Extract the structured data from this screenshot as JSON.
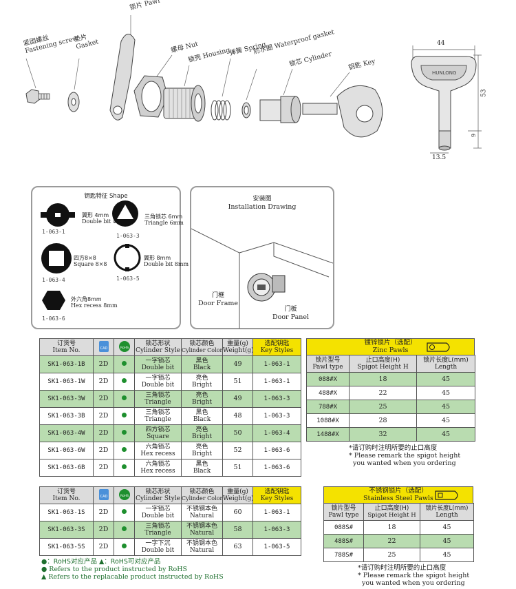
{
  "exploded": {
    "fastening_screw": {
      "zh": "紧固螺丝",
      "en": "Fastening screw"
    },
    "gasket": {
      "zh": "垫片",
      "en": "Gasket"
    },
    "pawl": {
      "zh": "锁片",
      "en": "Pawl"
    },
    "nut": {
      "zh": "螺母",
      "en": "Nut"
    },
    "housing": {
      "zh": "锁壳",
      "en": "Housing"
    },
    "spring": {
      "zh": "弹簧",
      "en": "Spring"
    },
    "waterproof_gasket": {
      "zh": "防水圈",
      "en": "Waterproof gasket"
    },
    "cylinder": {
      "zh": "锁芯",
      "en": "Cylinder"
    },
    "key": {
      "zh": "钥匙",
      "en": "Key"
    }
  },
  "dimensions": {
    "width": "44",
    "height": "53",
    "bottom": "13.5",
    "side": "9",
    "brand": "HUNLONG"
  },
  "key_shapes": {
    "title": "钥匙特征 Shape",
    "items": [
      {
        "zh": "翼形 4mm",
        "en": "Double bit 4mm",
        "code": "1-063-1"
      },
      {
        "zh": "三角锁芯 6mm",
        "en": "Triangle 6mm",
        "code": "1-063-3"
      },
      {
        "zh": "四方8×8",
        "en": "Square 8×8",
        "code": "1-063-4"
      },
      {
        "zh": "翼形 8mm",
        "en": "Double bit 8mm",
        "code": "1-063-5"
      },
      {
        "zh": "外六角8mm",
        "en": "Hex recess 8mm",
        "code": "1-063-6"
      }
    ]
  },
  "installation": {
    "zh": "安装图",
    "en": "Installation Drawing",
    "door_frame": {
      "zh": "门框",
      "en": "Door Frame"
    },
    "door_panel": {
      "zh": "门板",
      "en": "Door Panel"
    }
  },
  "headers": {
    "item": {
      "zh": "订货号",
      "en": "Item No."
    },
    "cad": "CAD",
    "rohs": "RoHS",
    "style": {
      "zh": "锁芯形状",
      "en": "Cylinder Style"
    },
    "color": {
      "zh": "锁芯颜色",
      "en": "Cylinder Color"
    },
    "weight": {
      "zh": "重量(g)",
      "en": "Weight(g)"
    },
    "keys": {
      "zh": "选配钥匙",
      "en": "Key Styles"
    }
  },
  "table1": [
    {
      "item": "SK1-063-1B",
      "cad": "2D",
      "style_zh": "一字锁芯",
      "style_en": "Double bit",
      "color_zh": "黑色",
      "color_en": "Black",
      "weight": "49",
      "key": "1-063-1"
    },
    {
      "item": "SK1-063-1W",
      "cad": "2D",
      "style_zh": "一字锁芯",
      "style_en": "Double bit",
      "color_zh": "亮色",
      "color_en": "Bright",
      "weight": "51",
      "key": "1-063-1"
    },
    {
      "item": "SK1-063-3W",
      "cad": "2D",
      "style_zh": "三角锁芯",
      "style_en": "Triangle",
      "color_zh": "亮色",
      "color_en": "Bright",
      "weight": "49",
      "key": "1-063-3"
    },
    {
      "item": "SK1-063-3B",
      "cad": "2D",
      "style_zh": "三角锁芯",
      "style_en": "Triangle",
      "color_zh": "黑色",
      "color_en": "Black",
      "weight": "48",
      "key": "1-063-3"
    },
    {
      "item": "SK1-063-4W",
      "cad": "2D",
      "style_zh": "四方锁芯",
      "style_en": "Square",
      "color_zh": "亮色",
      "color_en": "Bright",
      "weight": "50",
      "key": "1-063-4"
    },
    {
      "item": "SK1-063-6W",
      "cad": "2D",
      "style_zh": "六角锁芯",
      "style_en": "Hex recess",
      "color_zh": "亮色",
      "color_en": "Bright",
      "weight": "52",
      "key": "1-063-6"
    },
    {
      "item": "SK1-063-6B",
      "cad": "2D",
      "style_zh": "六角锁芯",
      "style_en": "Hex recess",
      "color_zh": "黑色",
      "color_en": "Black",
      "weight": "51",
      "key": "1-063-6"
    }
  ],
  "table2": [
    {
      "item": "SK1-063-1S",
      "cad": "2D",
      "style_zh": "一字锁芯",
      "style_en": "Double bit",
      "color_zh": "不锈钢本色",
      "color_en": "Natural",
      "weight": "60",
      "key": "1-063-1"
    },
    {
      "item": "SK1-063-3S",
      "cad": "2D",
      "style_zh": "三角锁芯",
      "style_en": "Triangle",
      "color_zh": "不锈钢本色",
      "color_en": "Natural",
      "weight": "58",
      "key": "1-063-3"
    },
    {
      "item": "SK1-063-5S",
      "cad": "2D",
      "style_zh": "一字下沉",
      "style_en": "Double bit",
      "color_zh": "不锈钢本色",
      "color_en": "Natural",
      "weight": "63",
      "key": "1-063-5"
    }
  ],
  "zinc": {
    "title_zh": "镀锌锁片（选配）",
    "title_en": "Zinc Pawls",
    "h1_zh": "锁片型号",
    "h1_en": "Pawl type",
    "h2_zh": "止口高度(H)",
    "h2_en": "Spigot Height H",
    "h3_zh": "锁片长度L(mm)",
    "h3_en": "Length",
    "rows": [
      {
        "type": "088#X",
        "h": "18",
        "len": "45"
      },
      {
        "type": "488#X",
        "h": "22",
        "len": "45"
      },
      {
        "type": "788#X",
        "h": "25",
        "len": "45"
      },
      {
        "type": "1088#X",
        "h": "28",
        "len": "45"
      },
      {
        "type": "1488#X",
        "h": "32",
        "len": "45"
      }
    ],
    "note_zh": "*请订购时注明所要的止口高度",
    "note_en1": "* Please remark the spigot height",
    "note_en2": "you wanted when you ordering"
  },
  "stainless": {
    "title_zh": "不锈钢锁片（选配）",
    "title_en": "Stainless Steel Pawls",
    "h1_zh": "锁片型号",
    "h1_en": "Pawl type",
    "h2_zh": "止口高度(H)",
    "h2_en": "Spigot Height H",
    "h3_zh": "锁片长度L(mm)",
    "h3_en": "Length",
    "rows": [
      {
        "type": "088S#",
        "h": "18",
        "len": "45"
      },
      {
        "type": "488S#",
        "h": "22",
        "len": "45"
      },
      {
        "type": "788S#",
        "h": "25",
        "len": "45"
      }
    ],
    "note_zh": "*请订购时注明所要的止口高度",
    "note_en1": "* Please remark the spigot height",
    "note_en2": "you wanted when you ordering"
  },
  "legend": {
    "line1": "●：RoHS对应产品   ▲：RoHS可对应产品",
    "line2": "● Refers to the product instructed by RoHS",
    "line3": "▲ Refers to the replacable product instructed by RoHS"
  },
  "colors": {
    "green_row": "#b9dcb0",
    "yellow": "#f4e200",
    "rohs_green": "#1e8f2e",
    "cad_blue": "#4a90d9"
  }
}
